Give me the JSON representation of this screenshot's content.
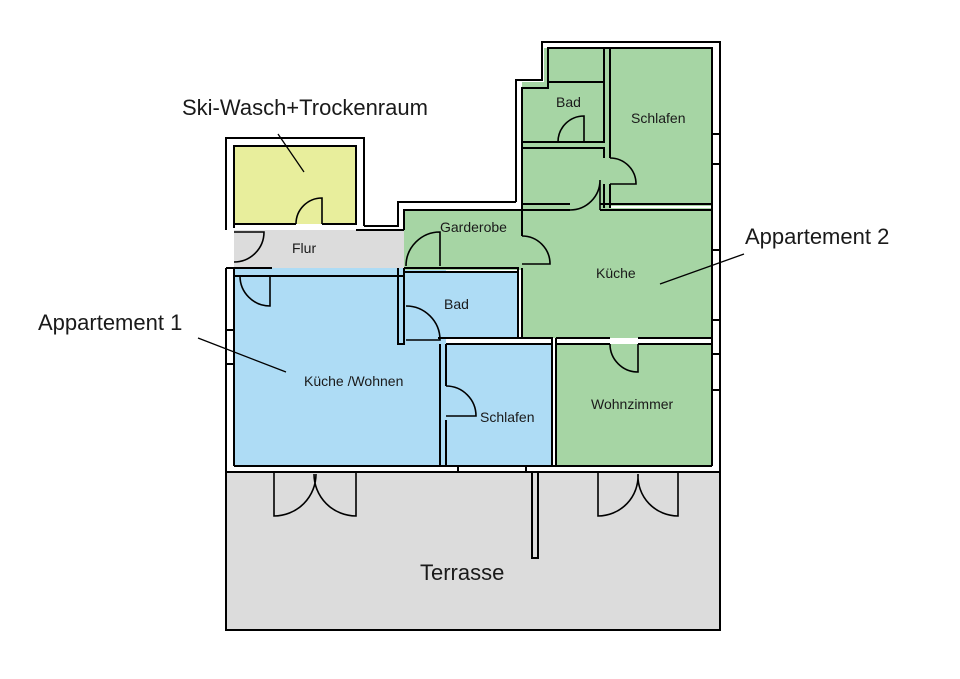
{
  "colors": {
    "apartment1": "#aedcf5",
    "apartment2": "#a6d5a4",
    "ski_room": "#e8ee9c",
    "common": "#dcdcdc",
    "wall": "#000000"
  },
  "callouts": {
    "ski_room": "Ski-Wasch+Trockenraum",
    "apartment1": "Appartement 1",
    "apartment2": "Appartement 2"
  },
  "rooms": {
    "flur": "Flur",
    "garderobe": "Garderobe",
    "bad1": "Bad",
    "kueche_wohnen": "Küche /Wohnen",
    "schlafen1": "Schlafen",
    "bad2": "Bad",
    "schlafen2": "Schlafen",
    "kueche2": "Küche",
    "wohnzimmer": "Wohnzimmer",
    "terrasse": "Terrasse"
  }
}
